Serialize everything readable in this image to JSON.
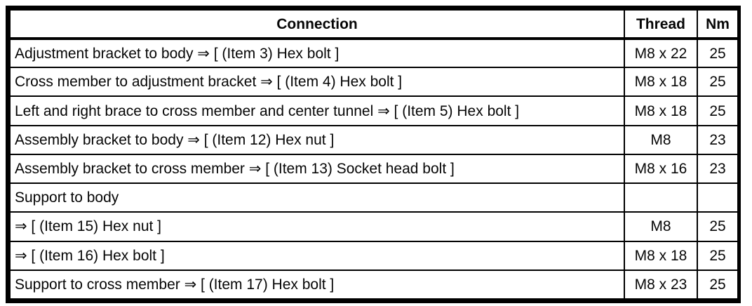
{
  "table": {
    "headers": {
      "connection": "Connection",
      "thread": "Thread",
      "nm": "Nm"
    },
    "rows": [
      {
        "connection": "Adjustment bracket to body ⇒ [ (Item 3) Hex bolt ]",
        "thread": "M8 x 22",
        "nm": "25"
      },
      {
        "connection": "Cross member to adjustment bracket ⇒ [ (Item 4) Hex bolt ]",
        "thread": "M8 x 18",
        "nm": "25"
      },
      {
        "connection": "Left and right brace to cross member and center tunnel ⇒ [ (Item 5) Hex bolt ]",
        "thread": "M8 x 18",
        "nm": "25"
      },
      {
        "connection": "Assembly bracket to body ⇒ [ (Item 12) Hex nut ]",
        "thread": "M8",
        "nm": "23"
      },
      {
        "connection": "Assembly bracket to cross member ⇒ [ (Item 13) Socket head bolt ]",
        "thread": "M8 x 16",
        "nm": "23"
      },
      {
        "connection": "Support to body",
        "thread": "",
        "nm": ""
      },
      {
        "connection": "⇒ [ (Item 15) Hex nut ]",
        "thread": "M8",
        "nm": "25"
      },
      {
        "connection": "⇒ [ (Item 16) Hex bolt ]",
        "thread": "M8 x 18",
        "nm": "25"
      },
      {
        "connection": "Support to cross member ⇒ [ (Item 17) Hex bolt ]",
        "thread": "M8 x 23",
        "nm": "25"
      }
    ]
  }
}
